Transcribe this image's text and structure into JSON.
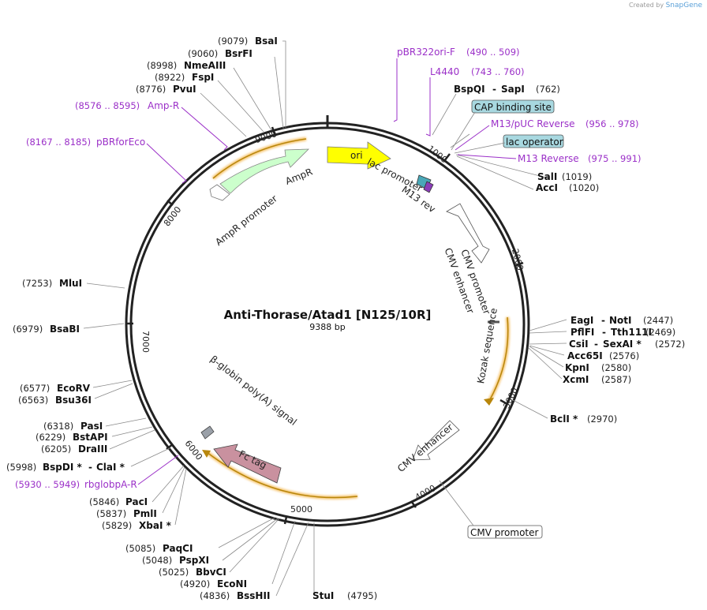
{
  "credit": {
    "prefix": "Created by",
    "brand": "SnapGene"
  },
  "plasmid": {
    "name": "Anti-Thorase/Atad1 [N125/10R]",
    "length": "9388 bp"
  },
  "ticks": [
    "1000",
    "2000",
    "3000",
    "4000",
    "5000",
    "6000",
    "7000",
    "8000",
    "9000"
  ],
  "sites": [
    {
      "name": "BsaI",
      "pos": "(9079)"
    },
    {
      "name": "BsrFI",
      "pos": "(9060)"
    },
    {
      "name": "NmeAIII",
      "pos": "(8998)"
    },
    {
      "name": "FspI",
      "pos": "(8922)"
    },
    {
      "name": "PvuI",
      "pos": "(8776)"
    },
    {
      "name": "BspQI",
      "sep": "-",
      "name2": "SapI",
      "pos": "(762)"
    },
    {
      "name": "SalI",
      "pos": "(1019)"
    },
    {
      "name": "AccI",
      "pos": "(1020)"
    },
    {
      "name": "EagI",
      "sep": "-",
      "name2": "NotI",
      "pos": "(2447)"
    },
    {
      "name": "PflFI",
      "sep": "-",
      "name2": "Tth111I",
      "pos": "(2469)"
    },
    {
      "name": "CsiI",
      "sep": "-",
      "name2": "SexAI *",
      "pos": "(2572)"
    },
    {
      "name": "Acc65I",
      "pos": "(2576)"
    },
    {
      "name": "KpnI",
      "pos": "(2580)"
    },
    {
      "name": "XcmI",
      "pos": "(2587)"
    },
    {
      "name": "BclI *",
      "pos": "(2970)"
    },
    {
      "name": "MluI",
      "pos": "(7253)"
    },
    {
      "name": "BsaBI",
      "pos": "(6979)"
    },
    {
      "name": "EcoRV",
      "pos": "(6577)"
    },
    {
      "name": "Bsu36I",
      "pos": "(6563)"
    },
    {
      "name": "PasI",
      "pos": "(6318)"
    },
    {
      "name": "BstAPI",
      "pos": "(6229)"
    },
    {
      "name": "DraIII",
      "pos": "(6205)"
    },
    {
      "name": "BspDI *",
      "sep": "-",
      "name2": "ClaI *",
      "pos": "(5998)"
    },
    {
      "name": "PacI",
      "pos": "(5846)"
    },
    {
      "name": "PmlI",
      "pos": "(5837)"
    },
    {
      "name": "XbaI *",
      "pos": "(5829)"
    },
    {
      "name": "PaqCI",
      "pos": "(5085)"
    },
    {
      "name": "PspXI",
      "pos": "(5048)"
    },
    {
      "name": "BbvCI",
      "pos": "(5025)"
    },
    {
      "name": "EcoNI",
      "pos": "(4920)"
    },
    {
      "name": "BssHII",
      "pos": "(4836)"
    },
    {
      "name": "StuI",
      "pos": "(4795)"
    }
  ],
  "primers": [
    {
      "name": "pBR322ori-F",
      "pos": "(490 .. 509)"
    },
    {
      "name": "L4440",
      "pos": "(743 .. 760)"
    },
    {
      "name": "M13/pUC Reverse",
      "pos": "(956 .. 978)"
    },
    {
      "name": "M13 Reverse",
      "pos": "(975 .. 991)"
    },
    {
      "name": "Amp-R",
      "pos": "(8576 .. 8595)"
    },
    {
      "name": "pBRforEco",
      "pos": "(8167 .. 8185)"
    },
    {
      "name": "rbglobpA-R",
      "pos": "(5930 .. 5949)"
    }
  ],
  "badges": {
    "cap": "CAP binding site",
    "lac_operator": "lac operator",
    "cmv_promoter": "CMV promoter"
  },
  "features": {
    "ori": "ori",
    "ampr": "AmpR",
    "ampr_promoter": "AmpR promoter",
    "lac_promoter": "lac promoter",
    "m13_rev": "M13 rev",
    "cmv_enhancer_top": "CMV enhancer",
    "cmv_promoter_top": "CMV promoter",
    "kozak": "Kozak sequence",
    "cmv_enhancer_bottom": "CMV enhancer",
    "fc_tag": "Fc tag",
    "bglobin": "β-globin poly(A) signal"
  },
  "colors": {
    "backbone": "#222222",
    "ori": "#ffff00",
    "ampr": "#ccffcc",
    "fc_tag": "#c9919f",
    "orf_glow": "#f7c97a",
    "orf_line": "#b8860b",
    "primer": "#9b30c8",
    "badge_fill": "#a8d8e0",
    "lac_fill": "#4aa8b8",
    "m13_fill": "#8a3db8",
    "bglobin_fill": "#9aa0a8"
  }
}
